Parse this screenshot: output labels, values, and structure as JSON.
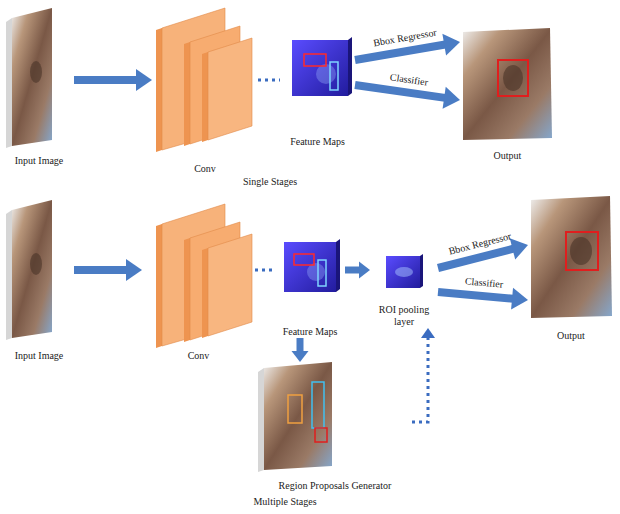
{
  "diagram": {
    "nodes": [
      {
        "text": [
          "Input Image"
        ]
      },
      {
        "text": [
          "Conv"
        ]
      },
      {
        "text": [
          "Feature Maps"
        ]
      },
      {
        "text": [
          "Output"
        ]
      },
      {
        "text": [
          "Input Image"
        ]
      },
      {
        "text": [
          "Conv"
        ]
      },
      {
        "text": [
          "Feature Maps"
        ]
      },
      {
        "text": [
          "ROI pooling layer"
        ]
      },
      {
        "text": [
          "Output"
        ]
      },
      {
        "text": [
          "Region Proposals Generator"
        ]
      }
    ],
    "edges": [
      {
        "from": 0,
        "to": 1,
        "arrow": "to"
      },
      {
        "from": 1,
        "to": 2,
        "arrow": "none"
      },
      {
        "from": 2,
        "to": 3,
        "label": "Bbox Regressor",
        "arrow": "to"
      },
      {
        "from": 2,
        "to": 3,
        "label": "Classifier",
        "arrow": "to"
      },
      {
        "from": 4,
        "to": 5,
        "arrow": "to"
      },
      {
        "from": 5,
        "to": 6,
        "arrow": "none"
      },
      {
        "from": 6,
        "to": 7,
        "arrow": "to"
      },
      {
        "from": 7,
        "to": 8,
        "label": "Bbox Regressor",
        "arrow": "to"
      },
      {
        "from": 7,
        "to": 8,
        "label": "Classifier",
        "arrow": "to"
      },
      {
        "from": 6,
        "to": 9,
        "arrow": "to"
      },
      {
        "from": 9,
        "to": 7,
        "arrow": "to"
      }
    ],
    "labels": [
      "Single Stages",
      "Multiple Stages"
    ]
  }
}
